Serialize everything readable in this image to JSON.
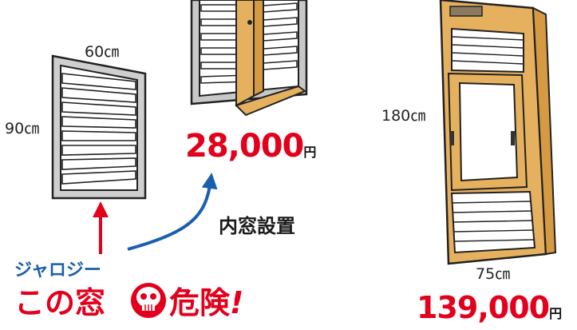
{
  "jalousie_window": {
    "width_label": "60㎝",
    "height_label": "90㎝"
  },
  "inner_window": {
    "price_value": "28,000",
    "price_unit": "円",
    "install_label": "内窓設置"
  },
  "door": {
    "height_label": "180㎝",
    "width_label": "75㎝",
    "price_value": "139,000",
    "price_unit": "円"
  },
  "warning": {
    "subtitle": "ジャロジー",
    "headline_left": "この窓",
    "headline_right": "危険",
    "exclamation": "!",
    "skull_icon": "skull-icon"
  },
  "colors": {
    "red": "#e3001c",
    "blue": "#1a5fae",
    "wood": "#e6b15e",
    "frame_gray": "#c8c8c8"
  }
}
